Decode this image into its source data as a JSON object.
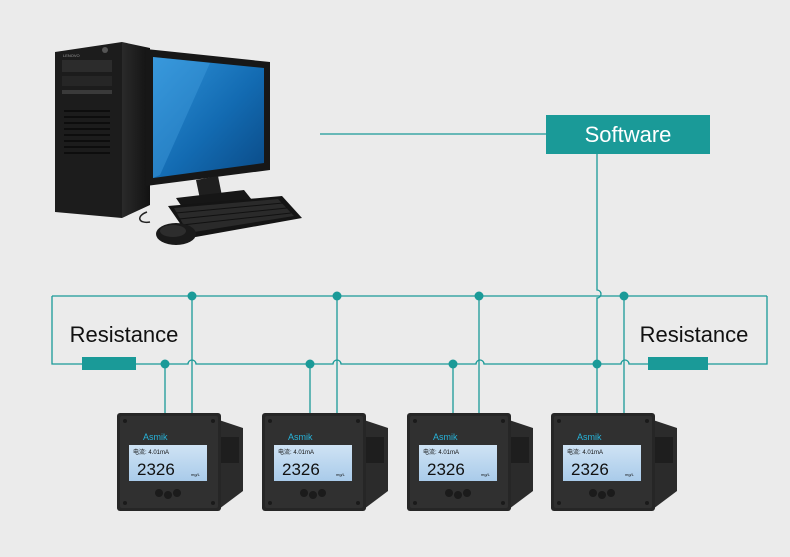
{
  "software": {
    "label": "Software"
  },
  "resistance_left": {
    "label": "Resistance"
  },
  "resistance_right": {
    "label": "Resistance"
  },
  "computer": {
    "brand": "LENOVO"
  },
  "meters": [
    {
      "brand": "Asmik",
      "status": "电流: 4.01mA",
      "value": "2326",
      "unit": "mg/L"
    },
    {
      "brand": "Asmik",
      "status": "电流: 4.01mA",
      "value": "2326",
      "unit": "mg/L"
    },
    {
      "brand": "Asmik",
      "status": "电流: 4.01mA",
      "value": "2326",
      "unit": "mg/L"
    },
    {
      "brand": "Asmik",
      "status": "电流: 4.01mA",
      "value": "2326",
      "unit": "mg/L"
    }
  ],
  "colors": {
    "accent": "#1a9a98",
    "background": "#ebebeb",
    "lcd": "#b9d6ee"
  }
}
